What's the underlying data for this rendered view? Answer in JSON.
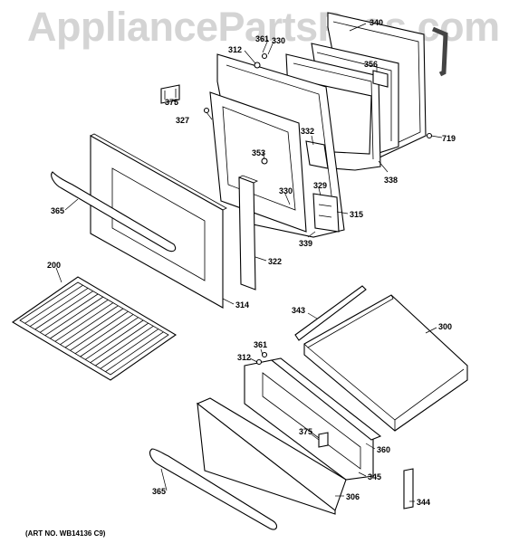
{
  "watermark": "AppliancePartsPros.com",
  "art_number": "(ART NO. WB14136 C9)",
  "callouts": {
    "c340": "340",
    "c361a": "361",
    "c330a": "330",
    "c312a": "312",
    "c356": "356",
    "c375a": "375",
    "c327": "327",
    "c332": "332",
    "c719": "719",
    "c353": "353",
    "c329": "329",
    "c338": "338",
    "c330b": "330",
    "c365a": "365",
    "c315": "315",
    "c339": "339",
    "c322": "322",
    "c200": "200",
    "c314": "314",
    "c343": "343",
    "c300": "300",
    "c361b": "361",
    "c312b": "312",
    "c375b": "375",
    "c360": "360",
    "c345": "345",
    "c365b": "365",
    "c306": "306",
    "c344": "344"
  }
}
